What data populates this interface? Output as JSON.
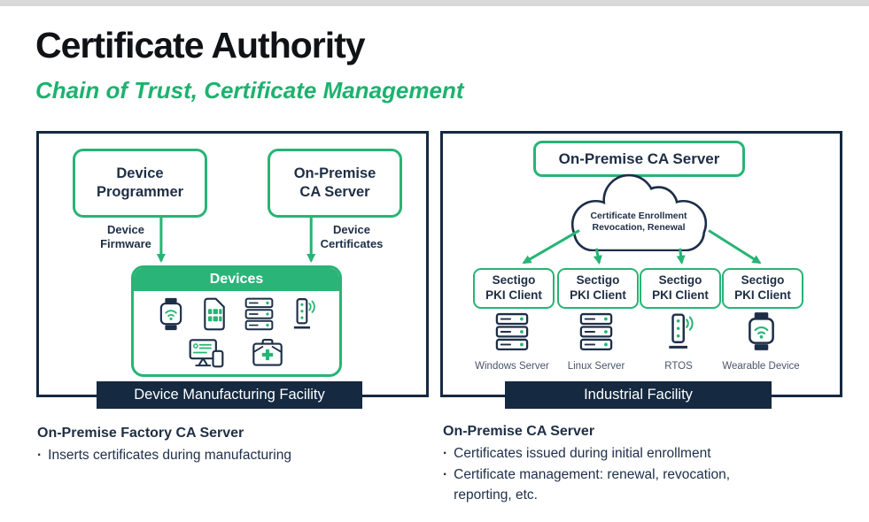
{
  "header": {
    "title": "Certificate Authority",
    "subtitle": "Chain of Trust, Certificate Management"
  },
  "colors": {
    "green": "#27b475",
    "subtitle_green": "#1db26e",
    "navy": "#152940",
    "text_navy": "#1e2e45"
  },
  "left_panel": {
    "programmer_box": "Device\nProgrammer",
    "ca_server_box": "On-Premise\nCA Server",
    "firmware_arrow_label": "Device\nFirmware",
    "certificates_arrow_label": "Device\nCertificates",
    "devices_header": "Devices",
    "device_icons": [
      "smartwatch-icon",
      "sim-card-icon",
      "server-stack-icon",
      "rtos-device-icon",
      "monitor-phone-icon",
      "medical-bag-icon"
    ],
    "banner": "Device Manufacturing Facility"
  },
  "right_panel": {
    "ca_server_box": "On-Premise CA Server",
    "cloud_label": "Certificate Enrollment\nRevocation, Renewal",
    "pki_clients": [
      {
        "label": "Sectigo\nPKI Client",
        "machine": "Windows Server",
        "icon": "server-stack-icon"
      },
      {
        "label": "Sectigo\nPKI Client",
        "machine": "Linux Server",
        "icon": "server-stack-icon"
      },
      {
        "label": "Sectigo\nPKI Client",
        "machine": "RTOS",
        "icon": "rtos-device-icon"
      },
      {
        "label": "Sectigo\nPKI Client",
        "machine": "Wearable Device",
        "icon": "smartwatch-icon"
      }
    ],
    "banner": "Industrial Facility"
  },
  "notes": {
    "bullet_glyph": "·",
    "left": {
      "heading": "On-Premise Factory CA Server",
      "bullets": [
        "Inserts certificates during manufacturing"
      ]
    },
    "right": {
      "heading": "On-Premise CA Server",
      "bullets": [
        "Certificates issued during initial enrollment",
        "Certificate management: renewal, revocation,\nreporting, etc."
      ]
    }
  }
}
